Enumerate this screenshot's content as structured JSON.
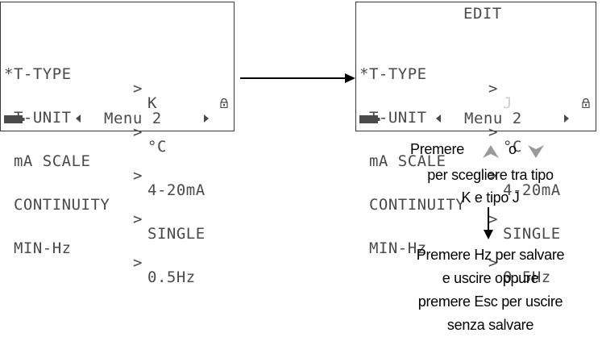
{
  "screen1": {
    "rows": [
      {
        "marker": "*",
        "label": "T-TYPE",
        "sep": ">",
        "value": "K"
      },
      {
        "marker": "",
        "label": "T-UNIT",
        "sep": ">",
        "value": "°C"
      },
      {
        "marker": "",
        "label": "mA SCALE",
        "sep": ">",
        "value": "4-20mA"
      },
      {
        "marker": "",
        "label": "CONTINUITY",
        "sep": ">",
        "value": "SINGLE"
      },
      {
        "marker": "",
        "label": "MIN-Hz",
        "sep": ">",
        "value": "0.5Hz"
      }
    ],
    "menu_label": "Menu 2"
  },
  "screen2": {
    "title": "EDIT",
    "rows": [
      {
        "marker": "*",
        "label": "T-TYPE",
        "sep": ">",
        "value": "J"
      },
      {
        "marker": "",
        "label": "T-UNIT",
        "sep": ">",
        "value": "°C"
      },
      {
        "marker": "",
        "label": "mA SCALE",
        "sep": ">",
        "value": "4-20mA"
      },
      {
        "marker": "",
        "label": "CONTINUITY",
        "sep": ">",
        "value": "SINGLE"
      },
      {
        "marker": "",
        "label": "MIN-Hz",
        "sep": ">",
        "value": "0.5Hz"
      }
    ],
    "menu_label": "Menu 2"
  },
  "caption1": {
    "line1_a": "Premere",
    "line1_b": "o",
    "line2": "per scegliere tra tipo",
    "line3": "K e tipo J"
  },
  "caption2": {
    "line1": "Premere Hz per salvare",
    "line2": "e uscire oppure",
    "line3": "premere Esc per uscire",
    "line4": "senza salvare"
  },
  "icons": {
    "lock": "lock-icon",
    "battery": "battery-icon",
    "nav_left": "left-triangle-icon",
    "nav_right": "right-triangle-icon",
    "up_button": "up-arrow-key-icon",
    "down_button": "down-arrow-key-icon"
  },
  "colors": {
    "lcd_text": "#4a4a4a",
    "faint_value": "#cfcfcf",
    "arrow_key": "#9a9a9a"
  }
}
